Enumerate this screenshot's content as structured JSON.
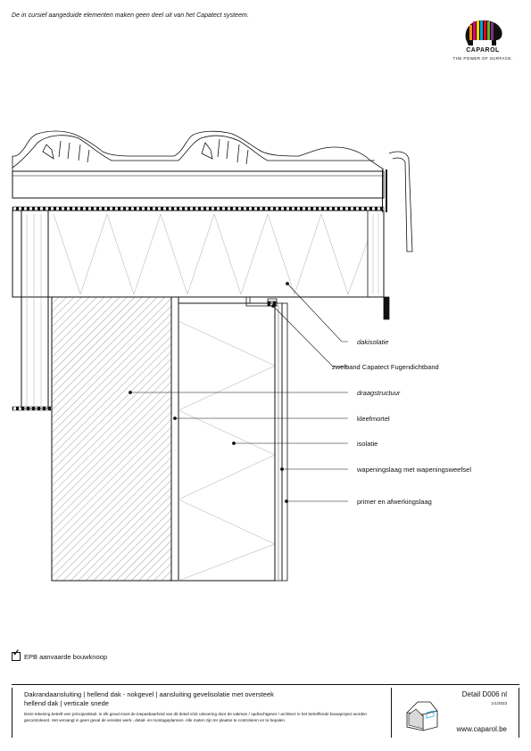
{
  "notice": "De in cursief aangeduide elementen maken geen deel uit van het Capatect systeem.",
  "brand": {
    "name": "CAPAROL",
    "tagline": "THE POWER OF SURFACE."
  },
  "labels": [
    {
      "key": "dakisolatie",
      "text": "dakisolatie",
      "italic": true
    },
    {
      "key": "zwelband",
      "text": "zwelband Capatect Fugendichtband",
      "italic": false
    },
    {
      "key": "draagstructuur",
      "text": "draagstructuur",
      "italic": true
    },
    {
      "key": "kleefmortel",
      "text": "kleefmortel",
      "italic": false
    },
    {
      "key": "isolatie",
      "text": "isolatie",
      "italic": false
    },
    {
      "key": "wapeningslaag",
      "text": "wapeningslaag met wapeningsweefsel",
      "italic": false
    },
    {
      "key": "primer",
      "text": "primer en afwerkingslaag",
      "italic": false
    }
  ],
  "epb": "EPB aanvaarde bouwknoop",
  "footer": {
    "title_line1": "Dakrandaansluiting | hellend dak - nokgevel | aansluiting gevelisolatie met oversteek",
    "title_line2": "hellend dak | verticale snede",
    "disclaimer": "Deze tekening betreft een principedetail. In elk geval moet de toepasbaarheid van dit detail vóór uitvoering door de vakman / opdrachtgever / architect in het betreffende bouwproject worden gecontroleerd. Het vervangt in geen geval de vereiste werk-, detail- en montageplannen. Alle maten zijn ter plaatse te controleren en te bepalen.",
    "detail": "Detail D006 nl",
    "date": "1/1/2023",
    "url": "www.caparol.be"
  },
  "colors": {
    "line": "#111111",
    "hatch": "#9a9a9a",
    "brand_dark": "#111111"
  }
}
